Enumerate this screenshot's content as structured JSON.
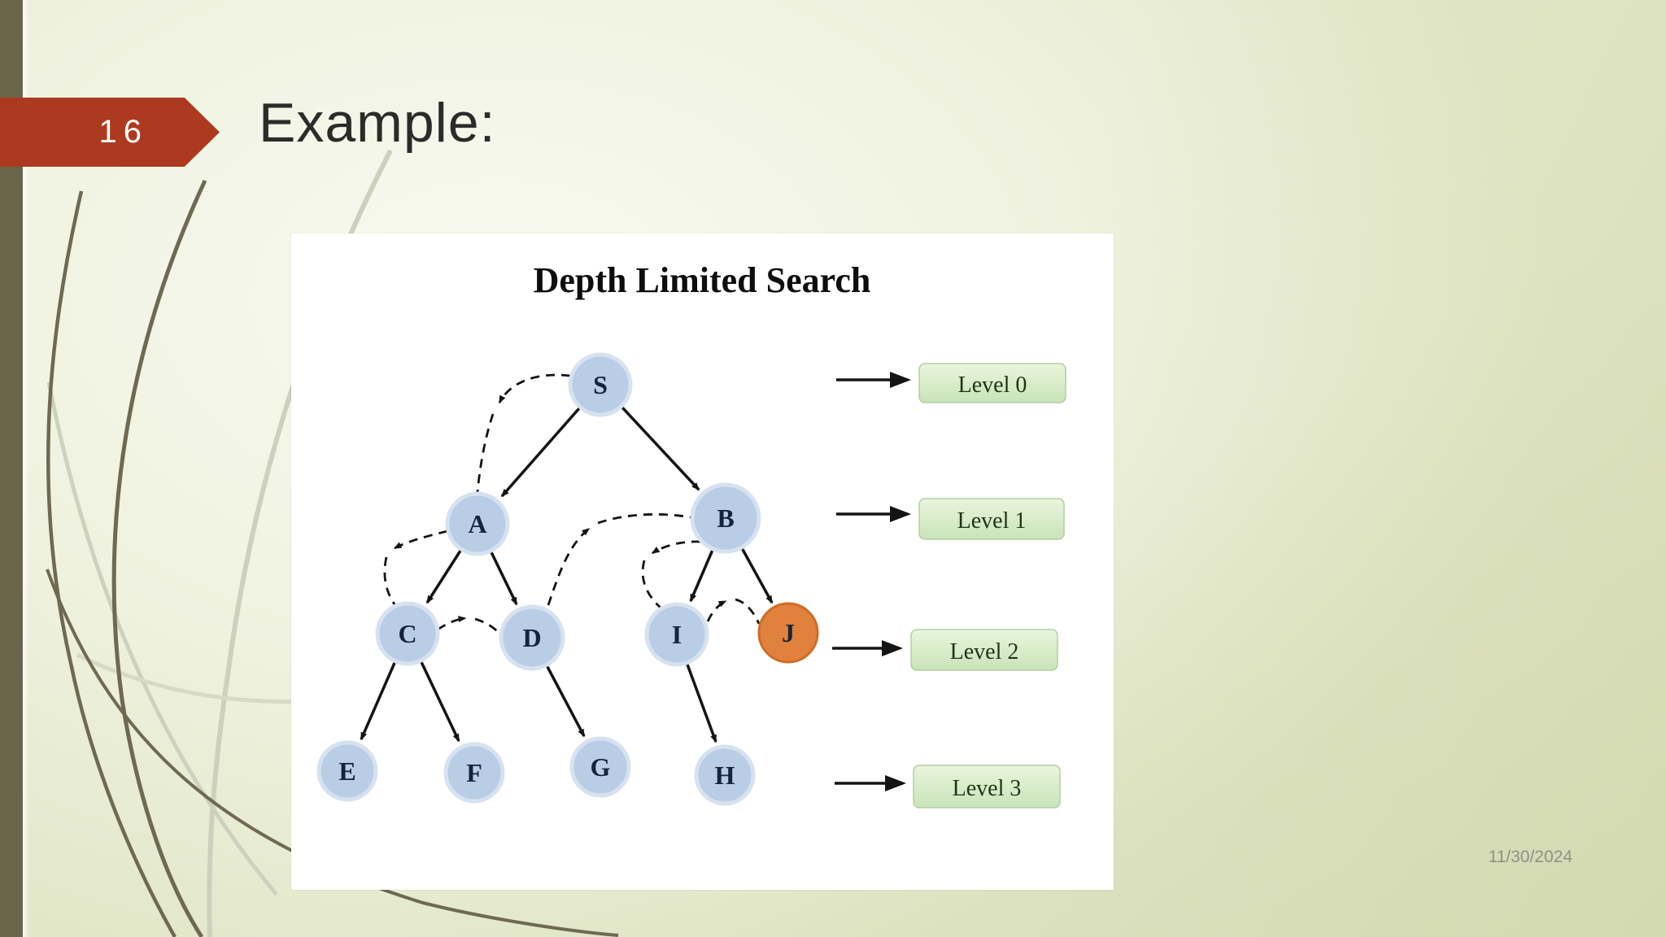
{
  "slide": {
    "page_number": "16",
    "title": "Example:",
    "date": "11/30/2024"
  },
  "figure": {
    "title": "Depth Limited Search",
    "nodes": {
      "s": {
        "label": "S",
        "level": 0,
        "fill": "#b9cde6"
      },
      "a": {
        "label": "A",
        "level": 1,
        "fill": "#b9cde6"
      },
      "b": {
        "label": "B",
        "level": 1,
        "fill": "#b9cde6"
      },
      "c": {
        "label": "C",
        "level": 2,
        "fill": "#b9cde6"
      },
      "d": {
        "label": "D",
        "level": 2,
        "fill": "#b9cde6"
      },
      "i": {
        "label": "I",
        "level": 2,
        "fill": "#b9cde6"
      },
      "j": {
        "label": "J",
        "level": 2,
        "fill": "#e0813c",
        "highlighted": true
      },
      "e": {
        "label": "E",
        "level": 3,
        "fill": "#b9cde6"
      },
      "f": {
        "label": "F",
        "level": 3,
        "fill": "#b9cde6"
      },
      "g": {
        "label": "G",
        "level": 3,
        "fill": "#b9cde6"
      },
      "h": {
        "label": "H",
        "level": 3,
        "fill": "#b9cde6"
      }
    },
    "edges_solid": [
      [
        "S",
        "A"
      ],
      [
        "S",
        "B"
      ],
      [
        "A",
        "C"
      ],
      [
        "A",
        "D"
      ],
      [
        "B",
        "I"
      ],
      [
        "B",
        "J"
      ],
      [
        "C",
        "E"
      ],
      [
        "C",
        "F"
      ],
      [
        "D",
        "G"
      ],
      [
        "I",
        "H"
      ]
    ],
    "traversal_dashed": [
      [
        "S",
        "A"
      ],
      [
        "A",
        "C"
      ],
      [
        "C",
        "D"
      ],
      [
        "D",
        "B"
      ],
      [
        "B",
        "I"
      ],
      [
        "I",
        "J"
      ]
    ],
    "levels": [
      {
        "label": "Level 0"
      },
      {
        "label": "Level 1"
      },
      {
        "label": "Level 2"
      },
      {
        "label": "Level 3"
      }
    ]
  },
  "colors": {
    "accent_red": "#ad3a1e",
    "sidebar_olive": "#6b654c",
    "node_blue": "#b9cde6",
    "node_highlight_orange": "#e0813c",
    "level_box_green": "#cde9c0",
    "background_green": "#e7ebcf",
    "date_gray": "#8f9089"
  }
}
